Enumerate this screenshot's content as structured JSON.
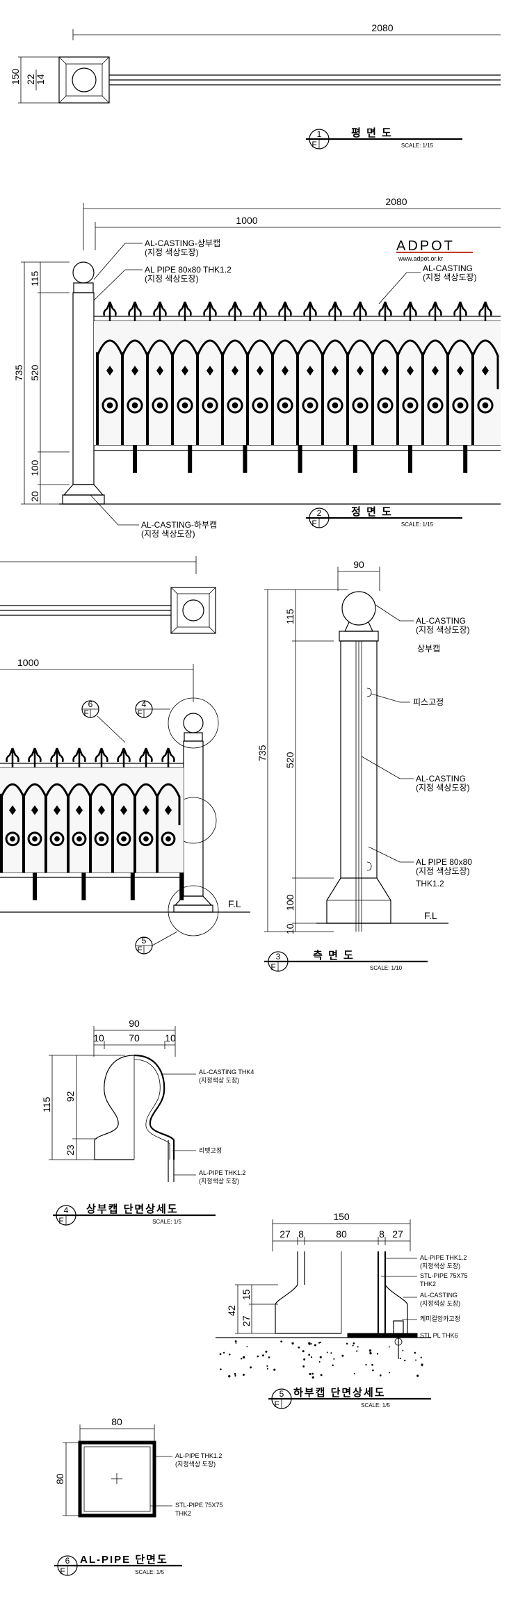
{
  "plan": {
    "dim_total": "2080",
    "dim_height": "150",
    "dim_a": "22",
    "dim_b": "14",
    "bubble_num": "1",
    "bubble_sheet": "F",
    "title": "평 면 도",
    "scale": "SCALE: 1/15"
  },
  "elevation": {
    "dim_total": "2080",
    "dim_span": "1000",
    "dim_735": "735",
    "dim_115": "115",
    "dim_520": "520",
    "dim_100": "100",
    "dim_20": "20",
    "note_top_cap_1": "AL-CASTING-상부캡",
    "note_top_cap_2": "(지정 색상도장)",
    "note_pipe_1": "AL PIPE 80x80 THK1.2",
    "note_pipe_2": "(지정 색상도장)",
    "note_casting_1": "AL-CASTING",
    "note_casting_2": "(지정 색상도장)",
    "note_bottom_cap_1": "AL-CASTING-하부캡",
    "note_bottom_cap_2": "(지정 색상도장)",
    "brand": "ADPOT",
    "brand_url": "www.adpot.or.kr",
    "bubble_num": "2",
    "bubble_sheet": "F",
    "title": "정 면 도",
    "scale": "SCALE: 1/15"
  },
  "partial": {
    "dim_span": "1000",
    "bubble_6": "6",
    "bubble_4": "4",
    "bubble_5": "5",
    "bubble_sheet": "F",
    "fl": "F.L"
  },
  "side": {
    "dim_90": "90",
    "dim_735": "735",
    "dim_115": "115",
    "dim_520": "520",
    "dim_100": "100",
    "dim_10": "10",
    "note_casting_1": "AL-CASTING",
    "note_casting_2": "(지정 색상도장)",
    "note_cap": "상부캡",
    "note_screw": "피스고정",
    "note_casting2_1": "AL-CASTING",
    "note_casting2_2": "(지정 색상도장)",
    "note_pipe_1": "AL PIPE 80x80",
    "note_pipe_2": "(지정 색상도장)",
    "note_pipe_3": "THK1.2",
    "fl": "F.L",
    "bubble_num": "3",
    "bubble_sheet": "F",
    "title": "측 면 도",
    "scale": "SCALE: 1/10"
  },
  "detail4": {
    "dim_90": "90",
    "dim_10a": "10",
    "dim_70": "70",
    "dim_10b": "10",
    "dim_115": "115",
    "dim_92": "92",
    "dim_23": "23",
    "note_casting_1": "AL-CASTING THK4",
    "note_casting_2": "(지정색상 도장)",
    "note_rivet": "리벳고정",
    "note_pipe_1": "AL-PIPE THK1.2",
    "note_pipe_2": "(지정색상 도장)",
    "bubble_num": "4",
    "bubble_sheet": "F",
    "title": "상부캡 단면상세도",
    "scale": "SCALE: 1/5"
  },
  "detail5": {
    "dim_150": "150",
    "dim_27a": "27",
    "dim_8a": "8",
    "dim_80": "80",
    "dim_8b": "8",
    "dim_27b": "27",
    "dim_42": "42",
    "dim_27": "27",
    "dim_15": "15",
    "note_pipe_1": "AL-PIPE THK1.2",
    "note_pipe_2": "(지정색상 도장)",
    "note_stl_1": "STL-PIPE 75X75",
    "note_stl_2": "THK2",
    "note_casting_1": "AL-CASTING",
    "note_casting_2": "(지정색상 도장)",
    "note_anchor": "케미컬앙카고정",
    "note_plate": "STL PL THK6",
    "bubble_num": "5",
    "bubble_sheet": "F",
    "title": "하부캡 단면상세도",
    "scale": "SCALE: 1/5"
  },
  "detail6": {
    "dim_80w": "80",
    "dim_80h": "80",
    "note_pipe_1": "AL-PIPE THK1.2",
    "note_pipe_2": "(지정색상 도장)",
    "note_stl_1": "STL-PIPE 75X75",
    "note_stl_2": "THK2",
    "bubble_num": "6",
    "bubble_sheet": "F",
    "title": "AL-PIPE 단면도",
    "scale": "SCALE: 1/5"
  }
}
